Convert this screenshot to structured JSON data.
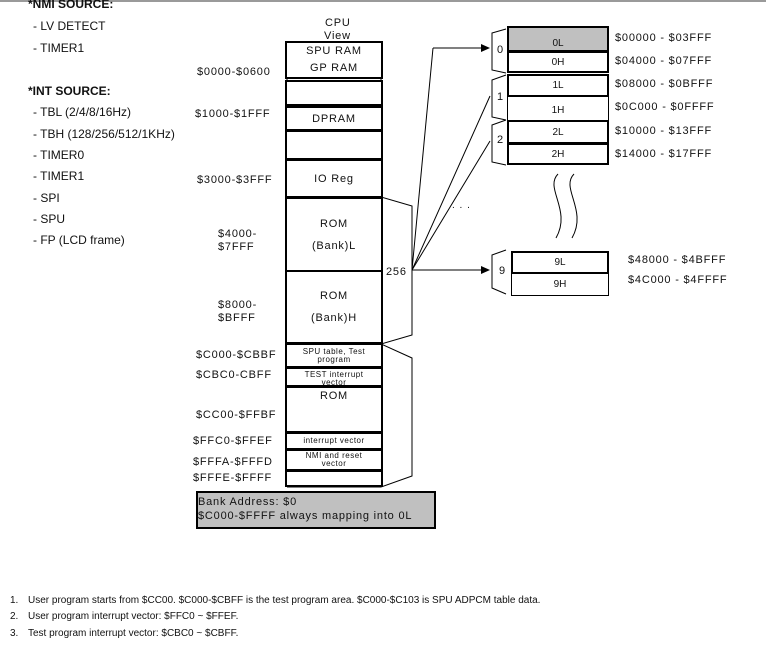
{
  "nmi": {
    "title": "*NMI SOURCE:",
    "items": [
      "- LV DETECT",
      "- TIMER1"
    ]
  },
  "int": {
    "title": "*INT SOURCE:",
    "items": [
      "- TBL (2/4/8/16Hz)",
      "- TBH (128/256/512/1KHz)",
      "- TIMER0",
      "- TIMER1",
      "- SPI",
      "- SPU",
      "- FP (LCD frame)"
    ]
  },
  "cpu": {
    "title_line1": "CPU",
    "title_line2": "View",
    "blocks": {
      "spu_ram": "SPU RAM",
      "gp_ram": "GP RAM",
      "dpram": "DPRAM",
      "io_reg": "IO Reg",
      "rom_l_1": "ROM",
      "rom_l_2": "(Bank)L",
      "rom_h_1": "ROM",
      "rom_h_2": "(Bank)H",
      "spu_table": "SPU table, Test program",
      "test_vector": "TEST interrupt vector",
      "rom_main": "ROM",
      "int_vector": "interrupt vector",
      "nmi_vector": "NMI and reset vector"
    }
  },
  "addresses": {
    "a0000": "$0000-$0600",
    "a1000": "$1000-$1FFF",
    "a3000": "$3000-$3FFF",
    "a4000_1": "$4000-",
    "a4000_2": "$7FFF",
    "a8000_1": "$8000-",
    "a8000_2": "$BFFF",
    "ac000": "$C000-$CBBF",
    "acbc0": "$CBC0-CBFF",
    "acc00": "$CC00-$FFBF",
    "affc0": "$FFC0-$FFEF",
    "afffa": "$FFFA-$FFFD",
    "afffe": "$FFFE-$FFFF"
  },
  "banks": {
    "count_label": "256",
    "ellipsis": ". . .",
    "squiggle": "( (",
    "b0": {
      "num": "0",
      "low": "0L",
      "high": "0H",
      "low_addr": "$00000 - $03FFF",
      "high_addr": "$04000 - $07FFF"
    },
    "b1": {
      "num": "1",
      "low": "1L",
      "high": "1H",
      "low_addr": "$08000 - $0BFFF",
      "high_addr": "$0C000 - $0FFFF"
    },
    "b2": {
      "num": "2",
      "low": "2L",
      "high": "2H",
      "low_addr": "$10000 - $13FFF",
      "high_addr": "$14000 - $17FFF"
    },
    "b9": {
      "num": "9",
      "low": "9L",
      "high": "9H",
      "low_addr": "$48000 - $4BFFF",
      "high_addr": "$4C000 - $4FFFF"
    }
  },
  "bank_address": {
    "line1": "Bank Address: $0",
    "line2": "$C000-$FFFF always mapping into 0L"
  },
  "notes": [
    {
      "num": "1.",
      "text": "User program starts from $CC00. $C000-$CBFF is the test program area.   $C000-$C103 is SPU ADPCM table data."
    },
    {
      "num": "2.",
      "text": "User program interrupt vector: $FFC0 ~ $FFEF."
    },
    {
      "num": "3.",
      "text": "Test program interrupt vector: $CBC0 ~ $CBFF."
    }
  ],
  "colors": {
    "highlight": "#c0c0c0",
    "line": "#000000"
  }
}
